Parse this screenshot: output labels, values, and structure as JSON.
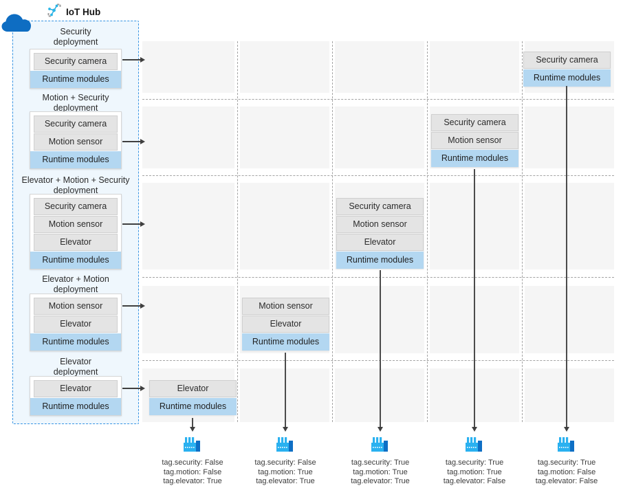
{
  "header": {
    "iot_hub_label": "IoT Hub"
  },
  "icons": {
    "hub": "iot-hub-network-icon",
    "cloud": "cloud-icon",
    "device": "factory-icon"
  },
  "colors": {
    "panel_border_blue": "#3794e3",
    "panel_bg": "#eff7fd",
    "runtime_blue": "#b3d7f1",
    "module_gray": "#e4e4e4",
    "grid_cell_gray": "#f5f5f5",
    "cloud_blue": "#0e6dc2",
    "factory_light_blue": "#2ab1f0",
    "factory_dark_blue": "#0f6fc5",
    "arrow_dark": "#3f3f3f"
  },
  "deployments": [
    {
      "name": "Security",
      "type_label": "deployment",
      "modules": [
        "Security camera"
      ],
      "runtime_label": "Runtime modules"
    },
    {
      "name": "Motion + Security",
      "type_label": "deployment",
      "modules": [
        "Security camera",
        "Motion sensor"
      ],
      "runtime_label": "Runtime modules"
    },
    {
      "name": "Elevator + Motion + Security",
      "type_label": "deployment",
      "modules": [
        "Security camera",
        "Motion sensor",
        "Elevator"
      ],
      "runtime_label": "Runtime modules"
    },
    {
      "name": "Elevator + Motion",
      "type_label": "deployment",
      "modules": [
        "Motion sensor",
        "Elevator"
      ],
      "runtime_label": "Runtime modules"
    },
    {
      "name": "Elevator",
      "type_label": "deployment",
      "modules": [
        "Elevator"
      ],
      "runtime_label": "Runtime modules"
    }
  ],
  "devices": [
    {
      "tags": [
        "tag.security: False",
        "tag.motion: False",
        "tag.elevator: True"
      ]
    },
    {
      "tags": [
        "tag.security: False",
        "tag.motion: True",
        "tag.elevator: True"
      ]
    },
    {
      "tags": [
        "tag.security: True",
        "tag.motion: True",
        "tag.elevator: True"
      ]
    },
    {
      "tags": [
        "tag.security: True",
        "tag.motion: True",
        "tag.elevator: False"
      ]
    },
    {
      "tags": [
        "tag.security: True",
        "tag.motion: False",
        "tag.elevator: False"
      ]
    }
  ]
}
